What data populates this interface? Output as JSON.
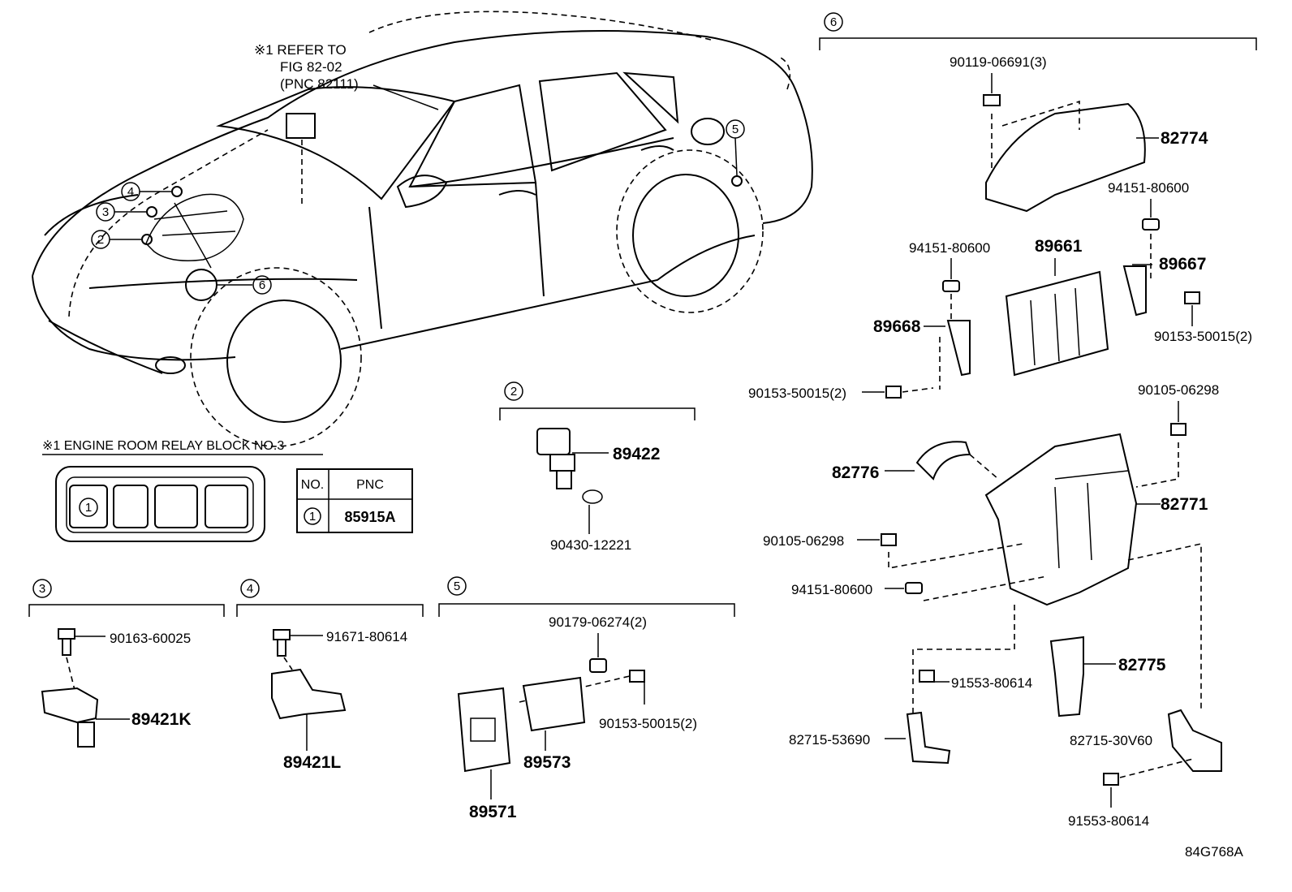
{
  "refer_note": {
    "line1": "※1 REFER TO",
    "line2": "FIG 82-02",
    "line3": "(PNC 82111)"
  },
  "relay_block": {
    "title": "※1 ENGINE ROOM RELAY BLOCK  NO.3",
    "slot_marker": "1",
    "table_header_no": "NO.",
    "table_header_pnc": "PNC",
    "table_row_no": "1",
    "table_row_pnc": "85915A"
  },
  "callouts": {
    "c2": "2",
    "c3": "3",
    "c4": "4",
    "c5": "5",
    "c6": "6"
  },
  "section2": {
    "marker": "2",
    "part_a": "89422",
    "part_b": "90430-12221"
  },
  "section3": {
    "marker": "3",
    "bolt": "90163-60025",
    "sensor": "89421K"
  },
  "section4": {
    "marker": "4",
    "bolt": "91671-80614",
    "sensor": "89421L"
  },
  "section5": {
    "marker": "5",
    "nut": "90179-06274(2)",
    "bolt": "90153-50015(2)",
    "bracket": "89573",
    "module": "89571"
  },
  "section6": {
    "marker": "6",
    "p_90119": "90119-06691(3)",
    "p_82774": "82774",
    "p_94151_a": "94151-80600",
    "p_94151_b": "94151-80600",
    "p_89661": "89661",
    "p_89667": "89667",
    "p_89668": "89668",
    "p_90153_right": "90153-50015(2)",
    "p_90153_left": "90153-50015(2)",
    "p_90105_a": "90105-06298",
    "p_82776": "82776",
    "p_82771": "82771",
    "p_90105_b": "90105-06298",
    "p_94151_c": "94151-80600",
    "p_91553_a": "91553-80614",
    "p_82775": "82775",
    "p_82715_a": "82715-53690",
    "p_82715_b": "82715-30V60",
    "p_91553_b": "91553-80614"
  },
  "figure_code": "84G768A"
}
